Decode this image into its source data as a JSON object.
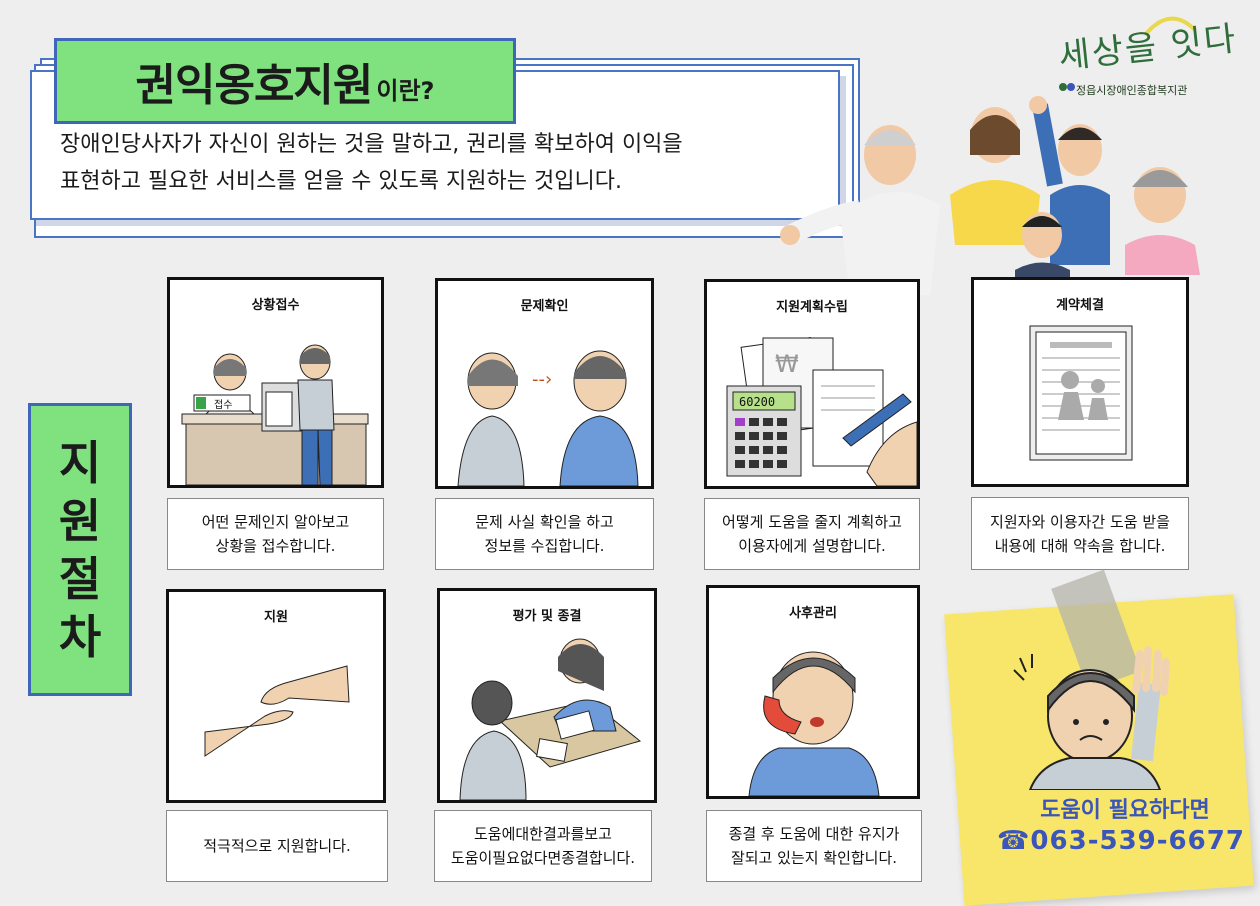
{
  "header": {
    "title_main": "권익옹호지원",
    "title_suffix": "이란?",
    "description_line1": "장애인당사자가 자신이 원하는 것을 말하고, 권리를 확보하여 이익을",
    "description_line2": "표현하고 필요한 서비스를 얻을 수 있도록 지원하는 것입니다."
  },
  "logo": {
    "slogan": "세상을 잇다",
    "org_name": "정읍시장애인종합복지관",
    "color": "#2f6d3b"
  },
  "side_label": {
    "chars": [
      "지",
      "원",
      "절",
      "차"
    ]
  },
  "steps": [
    {
      "title": "상황접수",
      "icon": "reception-desk-icon",
      "desk_sign": "접수",
      "caption_line1": "어떤 문제인지 알아보고",
      "caption_line2": "상황을 접수합니다."
    },
    {
      "title": "문제확인",
      "icon": "problem-check-icon",
      "caption_line1": "문제 사실 확인을 하고",
      "caption_line2": "정보를 수집합니다."
    },
    {
      "title": "지원계획수립",
      "icon": "calculator-plan-icon",
      "calculator_display": "60200",
      "caption_line1": "어떻게 도움을 줄지 계획하고",
      "caption_line2": "이용자에게 설명합니다."
    },
    {
      "title": "계약체결",
      "icon": "contract-document-icon",
      "caption_line1": "지원자와 이용자간 도움 받을",
      "caption_line2": "내용에 대해 약속을 합니다."
    },
    {
      "title": "지원",
      "icon": "helping-hands-icon",
      "caption_line1": "적극적으로 지원합니다.",
      "caption_line2": ""
    },
    {
      "title": "평가 및 종결",
      "icon": "evaluation-meeting-icon",
      "caption_line1": "도움에대한결과를보고",
      "caption_line2": "도움이필요없다면종결합니다."
    },
    {
      "title": "사후관리",
      "icon": "phone-call-icon",
      "caption_line1": "종결 후 도움에 대한 유지가",
      "caption_line2": "잘되고 있는지 확인합니다."
    }
  ],
  "help": {
    "label": "도움이 필요하다면",
    "phone": "☎063-539-6677",
    "color": "#3b55b8"
  },
  "colors": {
    "accent_green": "#7fe27f",
    "border_blue": "#3f66b8",
    "note_yellow": "#f8e66b"
  }
}
